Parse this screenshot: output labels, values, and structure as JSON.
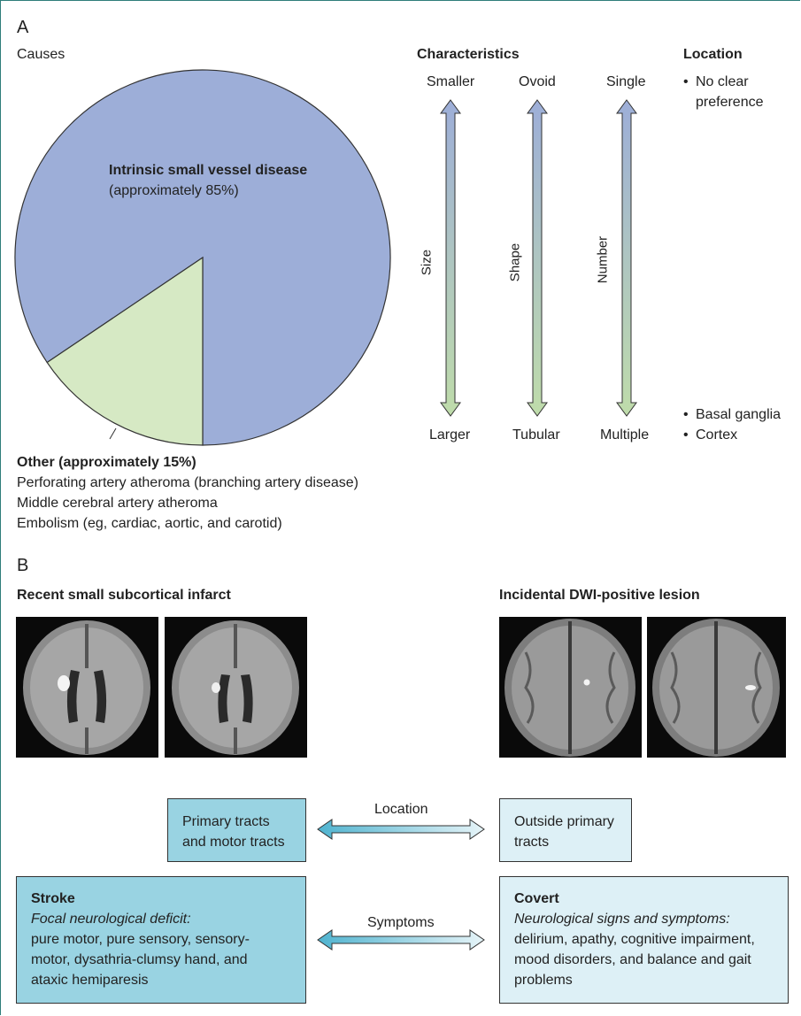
{
  "panel_a": {
    "letter": "A",
    "causes_heading": "Causes",
    "pie": {
      "main_label": "Intrinsic small vessel disease",
      "main_value": "(approximately 85%)",
      "main_color": "#9daed8",
      "other_color": "#d6e9c4",
      "main_share": 85,
      "other_share": 15
    },
    "other": {
      "title": "Other (approximately 15%)",
      "lines": [
        "Perforating artery atheroma (branching artery disease)",
        "Middle cerebral artery atheroma",
        "Embolism (eg, cardiac, aortic, and carotid)"
      ]
    },
    "characteristics_heading": "Characteristics",
    "arrows": [
      {
        "top": "Smaller",
        "bottom": "Larger",
        "axis": "Size"
      },
      {
        "top": "Ovoid",
        "bottom": "Tubular",
        "axis": "Shape"
      },
      {
        "top": "Single",
        "bottom": "Multiple",
        "axis": "Number"
      }
    ],
    "location_heading": "Location",
    "location_top": [
      "No clear",
      "preference"
    ],
    "location_bottom": [
      "Basal ganglia",
      "Cortex"
    ]
  },
  "panel_b": {
    "letter": "B",
    "left_heading": "Recent small subcortical infarct",
    "right_heading": "Incidental DWI-positive lesion",
    "location_label": "Location",
    "symptoms_label": "Symptoms",
    "primary_box": [
      "Primary tracts",
      "and motor tracts"
    ],
    "outside_box": [
      "Outside primary",
      "tracts"
    ],
    "stroke_box": {
      "title": "Stroke",
      "subtitle": "Focal neurological deficit:",
      "lines": [
        "pure motor, pure sensory, sensory-",
        "motor, dysathria-clumsy hand, and",
        "ataxic hemiparesis"
      ]
    },
    "covert_box": {
      "title": "Covert",
      "subtitle": "Neurological signs and symptoms:",
      "lines": [
        "delirium, apathy, cognitive impairment,",
        "mood disorders, and balance and gait",
        "problems"
      ]
    },
    "colors": {
      "dark_box": "#99d3e2",
      "light_box": "#ddf0f6",
      "arrow_dark": "#4fb3cf"
    }
  }
}
